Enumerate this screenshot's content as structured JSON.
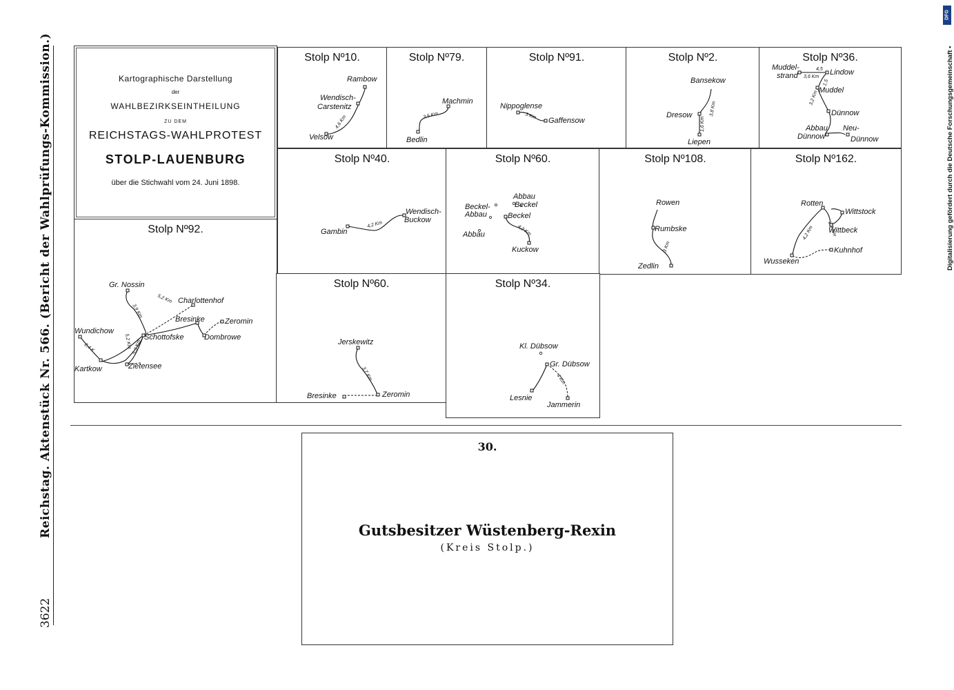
{
  "margin": {
    "page_number": "3622",
    "running_title": "Reichstag.   Aktenstück Nr. 566.   (Bericht der Wahlprüfungs-Kommission.)",
    "digitization_note": "Digitalisierung gefördert durch die Deutsche Forschungsgemeinschaft •",
    "dfg_logo": "DFG"
  },
  "intro": {
    "line1": "Kartographische Darstellung",
    "line2": "der",
    "line3": "WAHLBEZIRKSEINTHEILUNG",
    "line4": "ZU DEM",
    "line5": "REICHSTAGS-WAHLPROTEST",
    "line6": "STOLP-LAUENBURG",
    "line7": "über die Stichwahl vom 24. Juni 1898."
  },
  "maps": [
    {
      "id": "stolp-10",
      "title": "Stolp Nº10.",
      "places": [
        "Rambow",
        "Wendisch-",
        "Carstenitz",
        "Velsow"
      ],
      "distances": [
        "4,6 Km"
      ]
    },
    {
      "id": "stolp-79",
      "title": "Stolp Nº79.",
      "places": [
        "Machmin",
        "Bedlin"
      ],
      "distances": [
        "3,5 Km"
      ]
    },
    {
      "id": "stolp-91",
      "title": "Stolp Nº91.",
      "places": [
        "Nippoglense",
        "Gaffensow"
      ],
      "distances": [
        "3 Km"
      ]
    },
    {
      "id": "stolp-2",
      "title": "Stolp Nº2.",
      "places": [
        "Bansekow",
        "Dresow",
        "Liepen"
      ],
      "distances": [
        "3,8 Km",
        "1,6 Km"
      ]
    },
    {
      "id": "stolp-36",
      "title": "Stolp Nº36.",
      "places": [
        "Muddel-",
        "strand",
        "Lindow",
        "Muddel",
        "Dünnow",
        "Abbau",
        "Dünnow",
        "Neu-",
        "Dünnow"
      ],
      "distances": [
        "4,5",
        "3,6 Km",
        "1,5",
        "3,2 Km"
      ]
    },
    {
      "id": "stolp-40",
      "title": "Stolp Nº40.",
      "places": [
        "Gambin",
        "Wendisch-",
        "Buckow"
      ],
      "distances": [
        "4,2 Km"
      ]
    },
    {
      "id": "stolp-60a",
      "title": "Stolp Nº60.",
      "places": [
        "Abbau",
        "Beckel",
        "Beckel-",
        "Abbau",
        "Beckel",
        "Abbau",
        "Kuckow"
      ],
      "distances": [
        "4,2 Km"
      ]
    },
    {
      "id": "stolp-108",
      "title": "Stolp Nº108.",
      "places": [
        "Rowen",
        "Rumbske",
        "Zedlin"
      ],
      "distances": [
        "3 Km"
      ]
    },
    {
      "id": "stolp-162",
      "title": "Stolp Nº162.",
      "places": [
        "Rotten",
        "Wittstock",
        "Wittbeck",
        "Kuhnhof",
        "Wusseken"
      ],
      "distances": [
        "4,2 Km",
        "2,8 Km"
      ]
    },
    {
      "id": "stolp-92",
      "title": "Stolp Nº92.",
      "places": [
        "Gr. Nossin",
        "Charlottenhof",
        "Bresinke",
        "Zeromin",
        "Wundichow",
        "Schottofske",
        "Dombrowe",
        "Kartkow",
        "Zietensee"
      ],
      "distances": [
        "5,2 Km",
        "3,9 Km",
        "2,4 K",
        "5,2 Km",
        "5,3 Km"
      ]
    },
    {
      "id": "stolp-60b",
      "title": "Stolp Nº60.",
      "places": [
        "Jerskewitz",
        "Bresinke",
        "Zeromin"
      ],
      "distances": [
        "3,7 Km"
      ]
    },
    {
      "id": "stolp-34",
      "title": "Stolp Nº34.",
      "places": [
        "Kl. Dübsow",
        "Gr. Dübsow",
        "Lesnie",
        "Jammerin"
      ],
      "distances": [
        "4 Km"
      ]
    }
  ],
  "section": {
    "number": "30.",
    "heading": "Gutsbesitzer Wüstenberg-Rexin",
    "subheading": "(Kreis Stolp.)"
  }
}
